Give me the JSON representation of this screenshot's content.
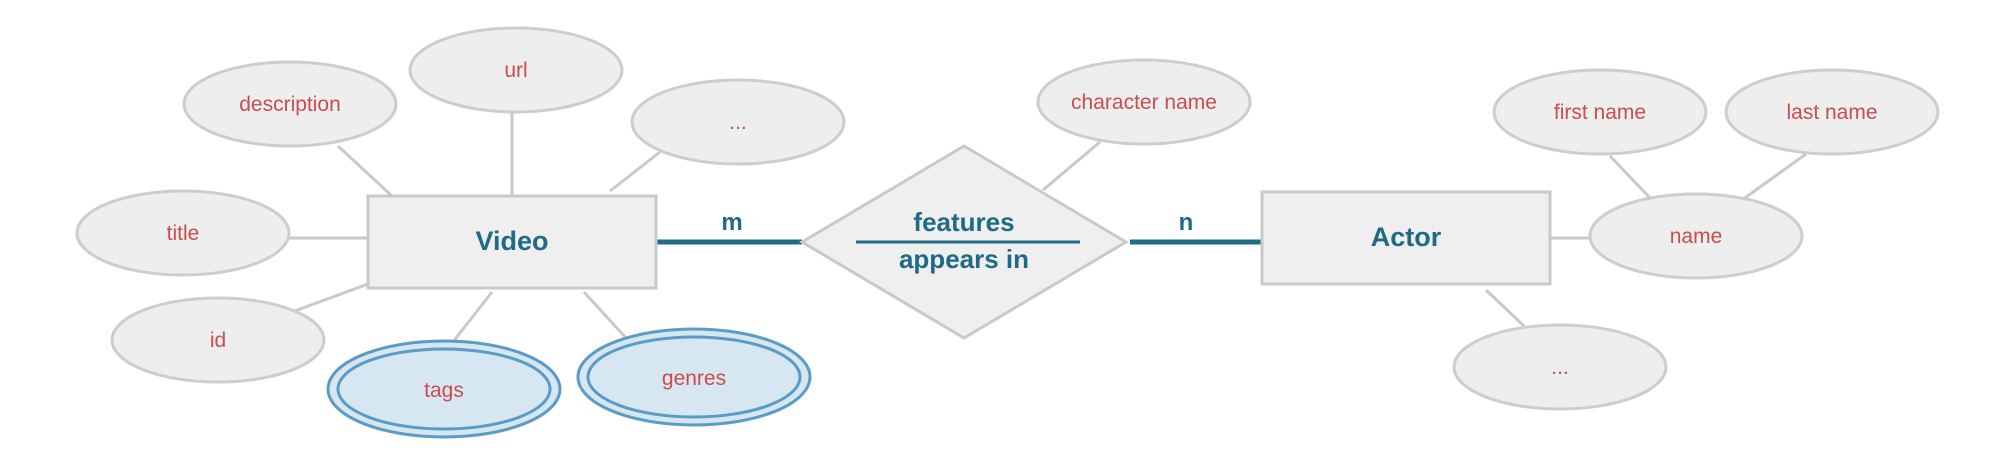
{
  "colors": {
    "attribute_fill": "#eeeeee",
    "attribute_stroke": "#cdcdcd",
    "attribute_text": "#c94d4d",
    "multivalued_fill": "#d7e7f2",
    "multivalued_stroke": "#5b9cc7",
    "entity_fill": "#efefef",
    "entity_text": "#1f6a85",
    "relationship_line": "#1f6a85"
  },
  "entities": {
    "video": {
      "label": "Video"
    },
    "actor": {
      "label": "Actor"
    }
  },
  "relationship": {
    "label_top": "features",
    "label_bottom": "appears in",
    "cardinality_left": "m",
    "cardinality_right": "n"
  },
  "attributes": {
    "video": {
      "url": "url",
      "description": "description",
      "more": "...",
      "title": "title",
      "id": "id"
    },
    "video_multivalued": {
      "tags": "tags",
      "genres": "genres"
    },
    "relationship": {
      "character_name": "character name"
    },
    "actor": {
      "name": "name",
      "first_name": "first name",
      "last_name": "last name",
      "more": "..."
    }
  }
}
